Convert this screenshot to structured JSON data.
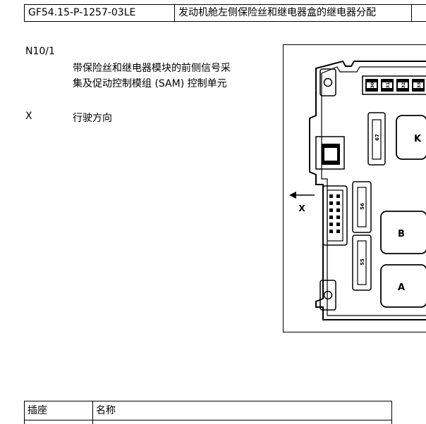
{
  "header": {
    "doc_id": "GF54.15-P-1257-03LE",
    "title": "发动机舱左侧保险丝和继电器盒的继电器分配"
  },
  "legend": [
    {
      "code": "N10/1",
      "line1": "带保险丝和继电器模块的前侧信号采",
      "line2": "集及促动控制模组 (SAM) 控制单元"
    },
    {
      "code": "X",
      "line1": "行驶方向"
    }
  ],
  "diagram": {
    "direction_label": "X",
    "relays": [
      "K",
      "B",
      "A"
    ],
    "slots": [
      "67",
      "56",
      "55"
    ],
    "fuse_labels": [
      "30",
      "31",
      "32",
      "33"
    ]
  },
  "footer_table": {
    "col1": "插座",
    "col2": "名称"
  }
}
